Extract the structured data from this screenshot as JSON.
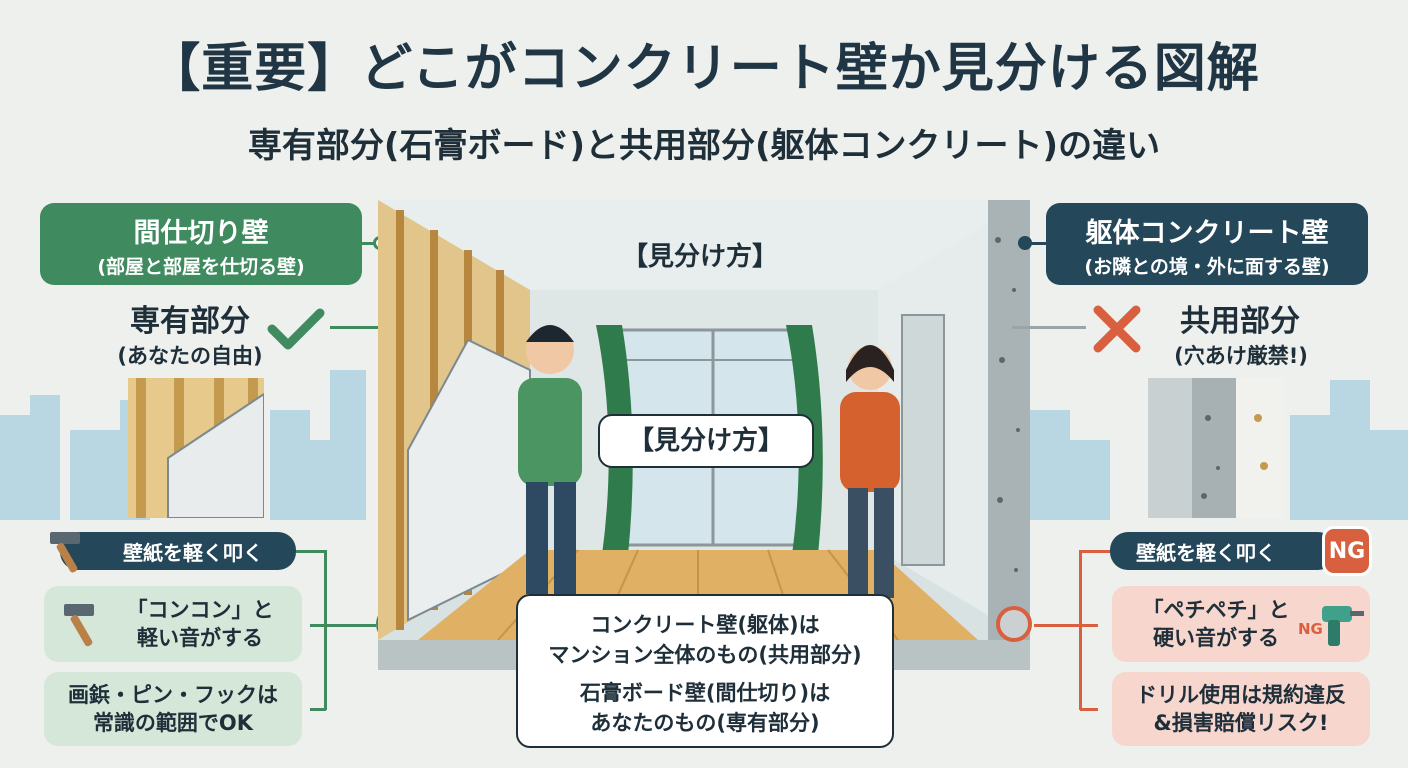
{
  "header": {
    "title": "【重要】どこがコンクリート壁か見分ける図解",
    "subtitle": "専有部分(石膏ボード)と共用部分(躯体コンクリート)の違い"
  },
  "left": {
    "wall_title": "間仕切り壁",
    "wall_desc": "(部屋と部屋を仕切る壁)",
    "status_title": "専有部分",
    "status_desc": "(あなたの自由)",
    "tap_tag": "壁紙を軽く叩く",
    "result_line1": "「コンコン」と",
    "result_line2": "軽い音がする",
    "ok_line1": "画鋲・ピン・フックは",
    "ok_line2": "常識の範囲でOK"
  },
  "right": {
    "wall_title": "躯体コンクリート壁",
    "wall_desc": "(お隣との境・外に面する壁)",
    "status_title": "共用部分",
    "status_desc": "(穴あけ厳禁!)",
    "tap_tag": "壁紙を軽く叩く",
    "ng_badge": "NG",
    "result_line1": "「ペチペチ」と",
    "result_line2": "硬い音がする",
    "drill_ng": "NG",
    "risk_line1": "ドリル使用は規約違反",
    "risk_line2": "&損害賠償リスク!"
  },
  "room": {
    "heading": "【見分け方】",
    "bubble": "【見分け方】",
    "summary_line1": "コンクリート壁(躯体)は",
    "summary_line2": "マンション全体のもの(共用部分)",
    "summary_line3": "石膏ボード壁(間仕切り)は",
    "summary_line4": "あなたのもの(専有部分)"
  },
  "colors": {
    "green": "#3f8a5e",
    "navy": "#24475a",
    "orange": "#d9603f",
    "pale_green": "#d5e7d8",
    "pale_pink": "#f6d6cd"
  },
  "icons": [
    "check-icon",
    "cross-icon",
    "hammer-icon",
    "drill-icon",
    "ng-sign-icon"
  ]
}
